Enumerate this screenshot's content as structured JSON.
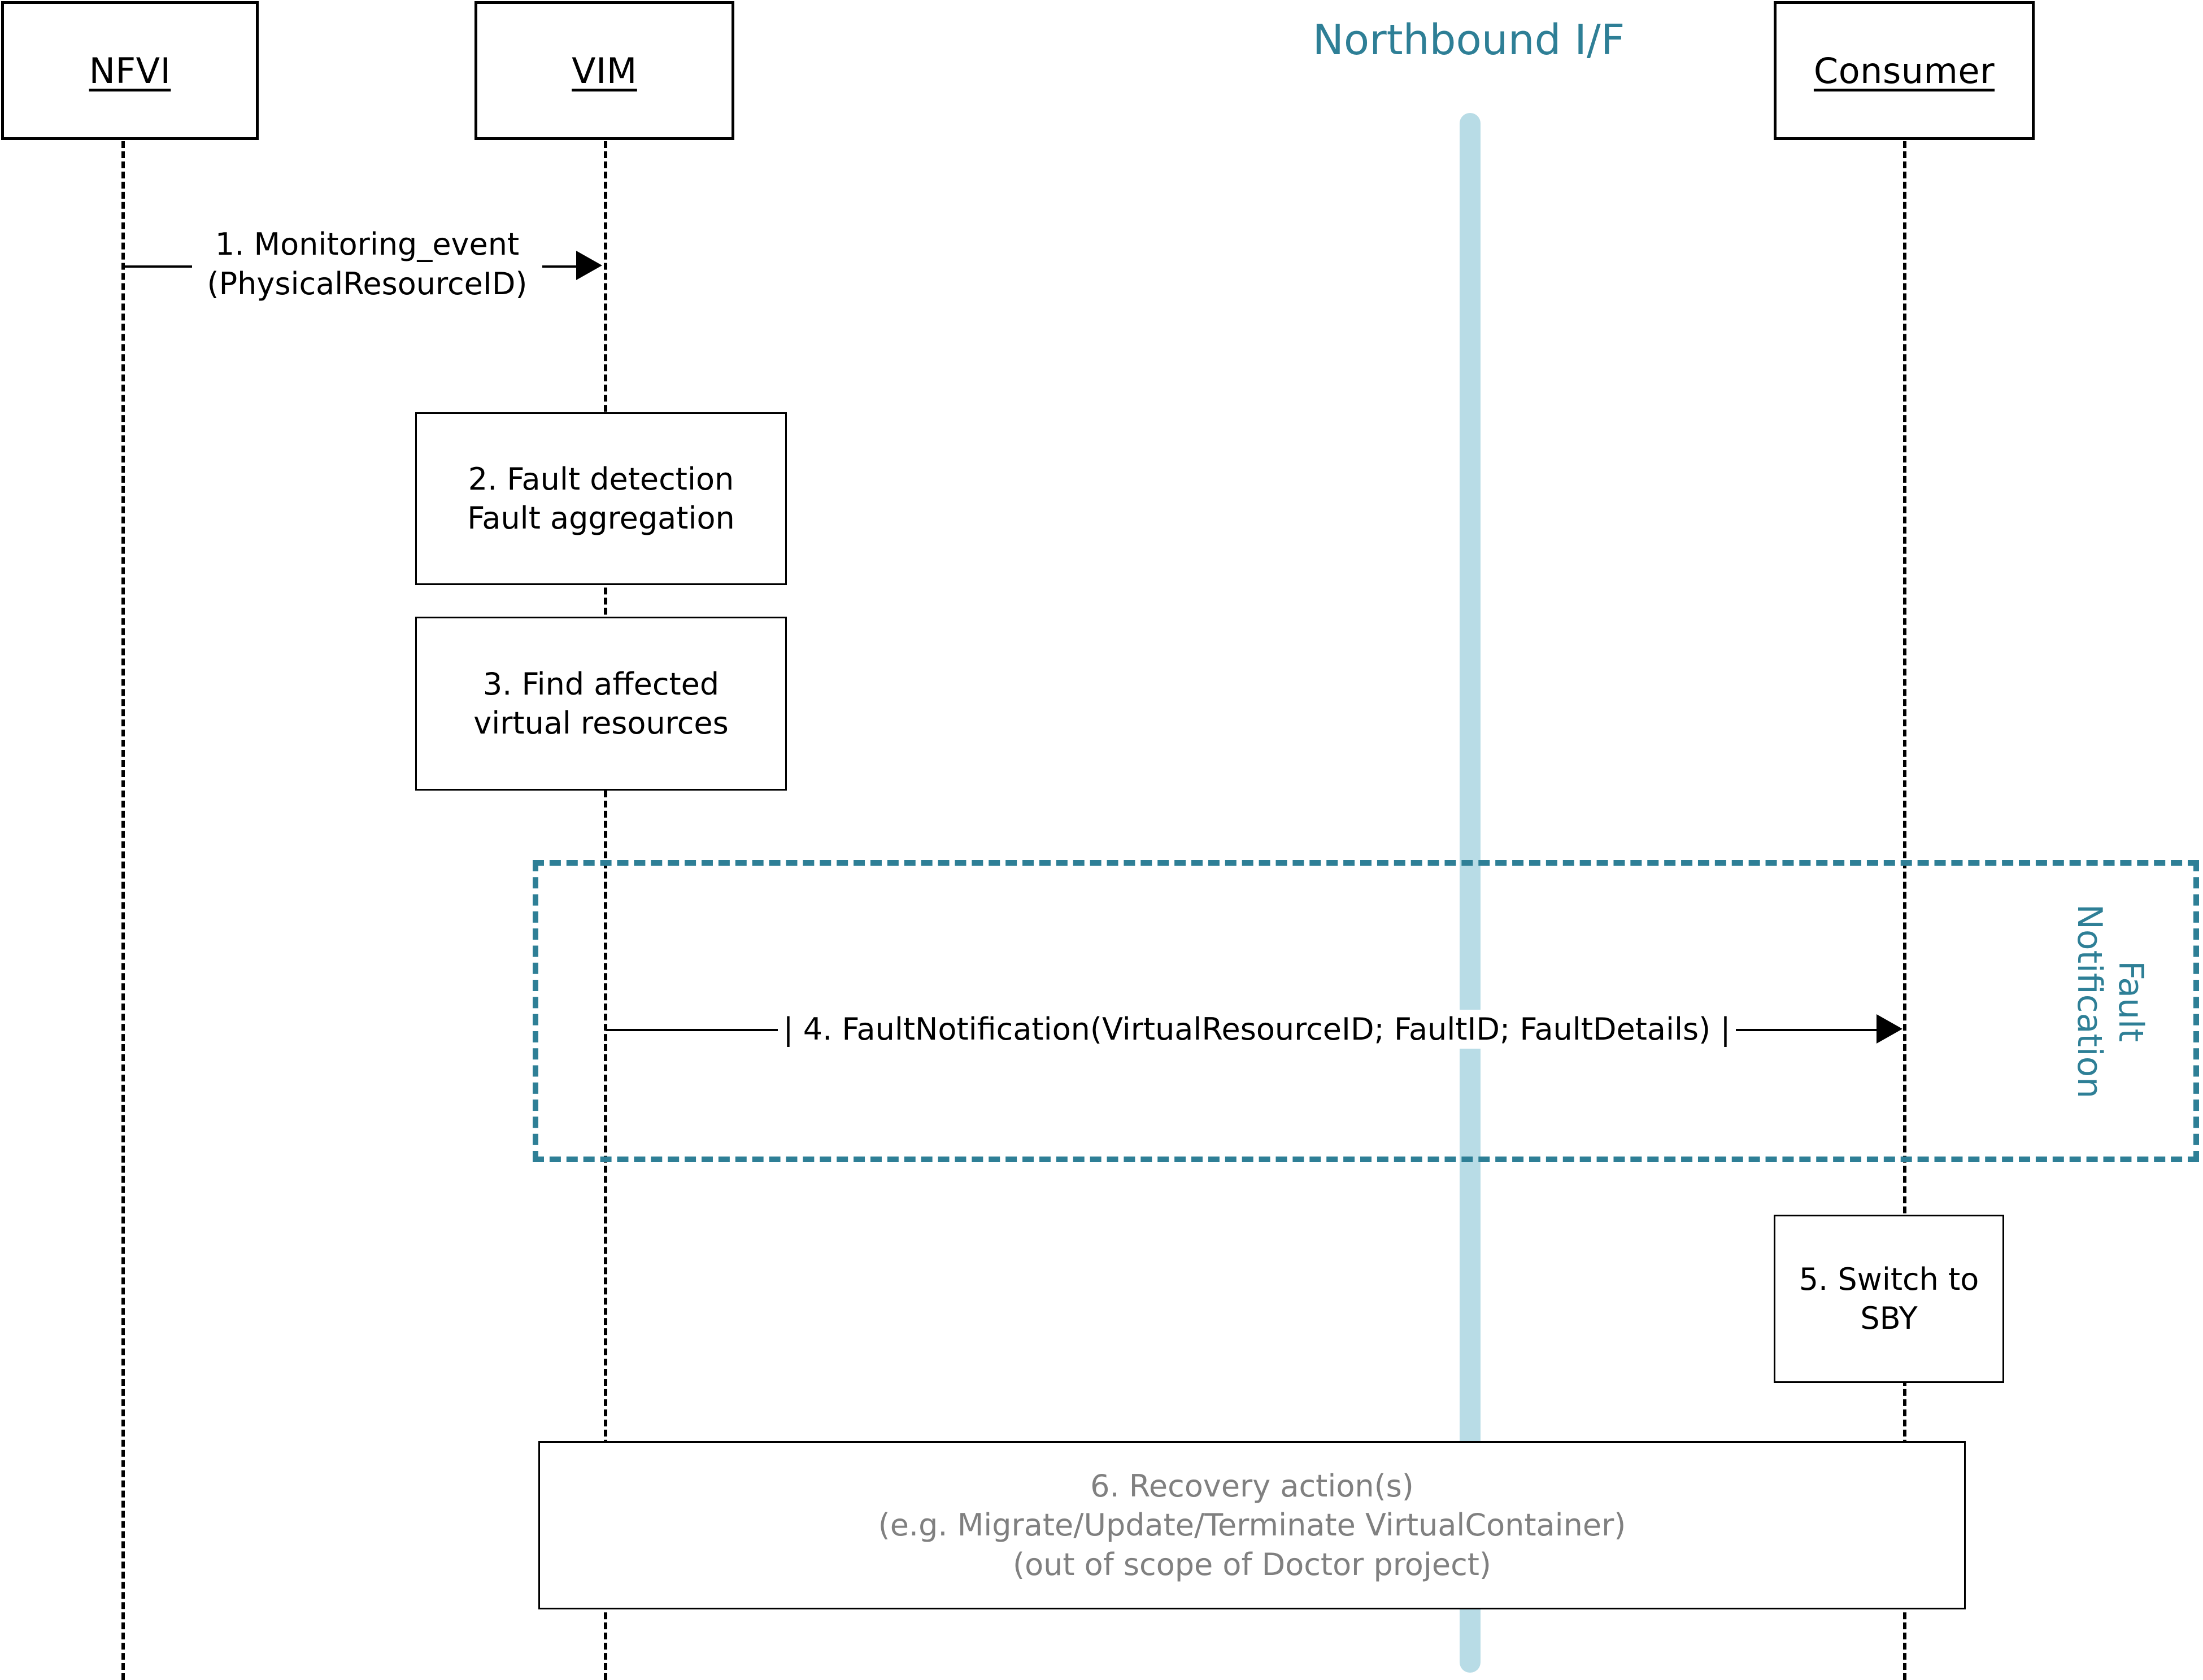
{
  "diagram": {
    "type": "uml-sequence-diagram",
    "background": "#ffffff",
    "accent_teal": "#2E7F96",
    "accent_light_blue": "#B8DCE6",
    "muted_gray": "#808080"
  },
  "participants": [
    {
      "id": "nfvi",
      "label": "NFVI"
    },
    {
      "id": "vim",
      "label": "VIM"
    },
    {
      "id": "consumer",
      "label": "Consumer"
    }
  ],
  "interface": {
    "title": "Northbound I/F",
    "color": "#2E7F96",
    "bar_color": "#B8DCE6"
  },
  "messages": [
    {
      "id": "msg1",
      "number": "1.",
      "from": "nfvi",
      "to": "vim",
      "line1": "1. Monitoring_event",
      "line2": "(PhysicalResourceID)"
    },
    {
      "id": "msg4",
      "number": "4.",
      "from": "vim",
      "to": "consumer",
      "line1": "| 4. FaultNotification(VirtualResourceID; FaultID; FaultDetails) |"
    }
  ],
  "actions": [
    {
      "id": "step2",
      "on": "vim",
      "lines": [
        "2. Fault detection",
        "Fault aggregation"
      ]
    },
    {
      "id": "step3",
      "on": "vim",
      "lines": [
        "3. Find affected",
        "virtual resources"
      ]
    },
    {
      "id": "step5",
      "on": "consumer",
      "lines": [
        "5. Switch to",
        "SBY"
      ]
    },
    {
      "id": "step6",
      "on": "span",
      "muted": true,
      "lines": [
        "6. Recovery action(s)",
        "(e.g. Migrate/Update/Terminate VirtualContainer)",
        "(out of scope of Doctor project)"
      ]
    }
  ],
  "fragment": {
    "id": "fault-notification-fragment",
    "label_line1": "Fault",
    "label_line2": "Notification",
    "border_color": "#2E7F96",
    "border_style": "dashed"
  }
}
